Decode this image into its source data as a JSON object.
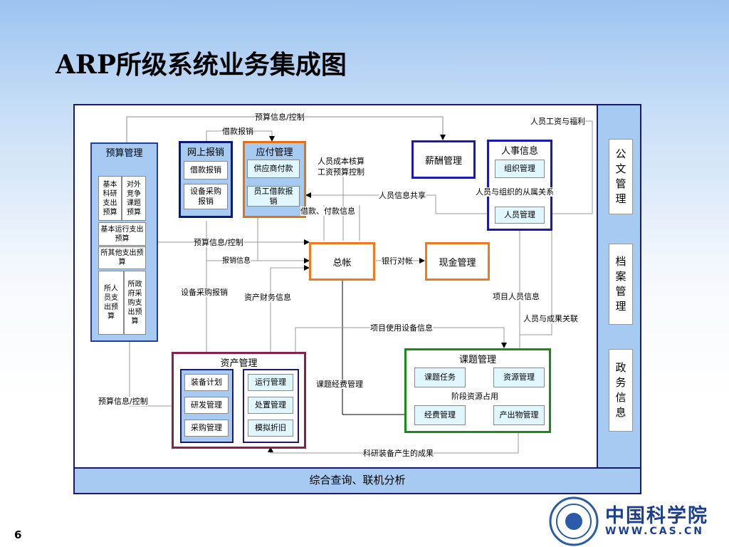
{
  "title": "ARP所级系统业务集成图",
  "page_number": "6",
  "logo": {
    "name": "中国科学院",
    "url": "WWW.CAS.CN"
  },
  "bottom_bar": "综合查询、联机分析",
  "side_systems": [
    "公文管理",
    "档案管理",
    "政务信息"
  ],
  "modules": {
    "budget": {
      "title": "预算管理",
      "items": [
        "基本科研支出预算",
        "对外竞争课题预算",
        "基本运行支出预算",
        "所其他支出预算",
        "所人员支出预算",
        "所政府采购支出预算"
      ]
    },
    "online": {
      "title": "网上报销",
      "items": [
        "借款报销",
        "设备采购报销"
      ]
    },
    "payable": {
      "title": "应付管理",
      "items": [
        "供应商付款",
        "员工借款报销"
      ]
    },
    "salary": {
      "title": "薪酬管理"
    },
    "hr": {
      "title": "人事信息",
      "items": [
        "组织管理",
        "人员管理"
      ]
    },
    "ledger": {
      "title": "总帐"
    },
    "cash": {
      "title": "现金管理"
    },
    "asset": {
      "title": "资产管理",
      "left": [
        "装备计划",
        "研发管理",
        "采购管理"
      ],
      "right": [
        "运行管理",
        "处置管理",
        "模拟折旧"
      ]
    },
    "project": {
      "title": "课题管理",
      "items": [
        "课题任务",
        "资源管理",
        "经费管理",
        "产出物管理"
      ]
    }
  },
  "flows": {
    "budget_top": "预算信息/控制",
    "loan": "借款报销",
    "salary_welfare": "人员工资与福利",
    "cost_check": "人员成本核算",
    "wage_budget": "工资预算控制",
    "hr_share": "人员信息共享",
    "org_relation": "人员与组织的从属关系",
    "loan_pay": "借款、付款信息",
    "budget_mid": "预算信息/控制",
    "reimb": "报销信息",
    "bank": "银行对帐",
    "equip_reimb": "设备采购报销",
    "asset_fin": "资产财务信息",
    "proj_person": "项目人员信息",
    "person_result": "人员与成果关联",
    "equip_use": "项目使用设备信息",
    "proj_fund": "课题经费管理",
    "stage_res": "阶段资源占用",
    "budget_low": "预算信息/控制",
    "equip_result": "科研装备产生的成果"
  },
  "colors": {
    "budget": "#1f3f9f",
    "online": "#0a1a7c",
    "payable": "#e87010",
    "salary": "#1a1ab0",
    "hr": "#1a1ab0",
    "ledger": "#f07820",
    "cash": "#f07820",
    "asset": "#8a2050",
    "project": "#1a8a1a"
  }
}
